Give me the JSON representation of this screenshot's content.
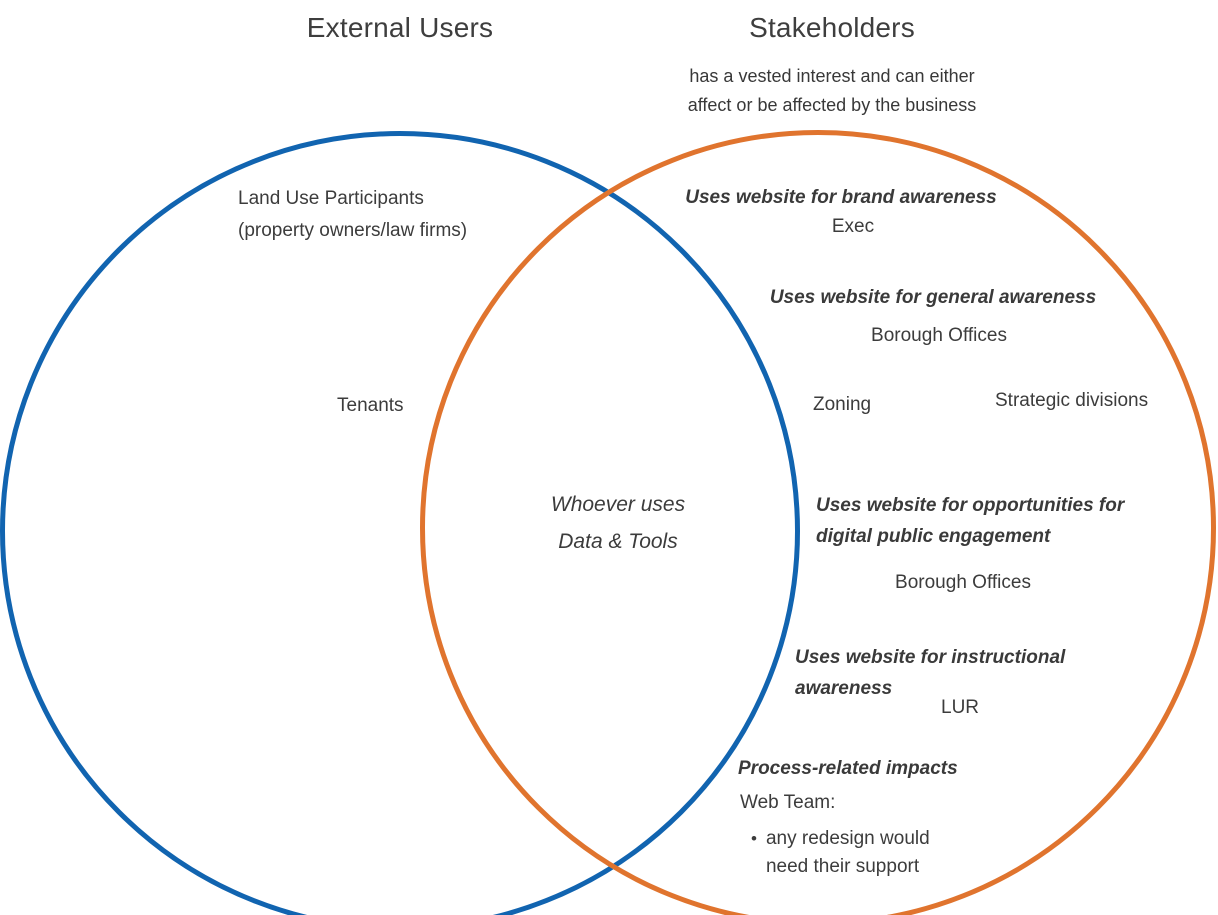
{
  "colors": {
    "blue": "#1164B0",
    "orange": "#E0742E",
    "text": "#3C3C3C"
  },
  "icons": {
    "bullet_icon": "•"
  },
  "left_circle": {
    "title": "External Users",
    "land_use_line1": "Land Use Participants",
    "land_use_line2": "(property owners/law firms)",
    "tenants": "Tenants"
  },
  "overlap": {
    "line1": "Whoever uses",
    "line2": "Data & Tools"
  },
  "right_circle": {
    "title": "Stakeholders",
    "subtitle_line1": "has a vested interest and can either",
    "subtitle_line2": "affect or be affected by the business",
    "brand": {
      "heading": "Uses website for brand awareness",
      "item": "Exec"
    },
    "general": {
      "heading": "Uses website for general awareness",
      "item1": "Borough Offices",
      "item2": "Zoning",
      "item3": "Strategic divisions"
    },
    "opportunities": {
      "heading_line1": "Uses website for opportunities for",
      "heading_line2": "digital public engagement",
      "item": "Borough Offices"
    },
    "instructional": {
      "heading_line1": "Uses website for instructional",
      "heading_line2": "awareness",
      "item": "LUR"
    },
    "process": {
      "heading": "Process-related impacts",
      "item": "Web Team:",
      "bullet_line1": "any redesign would",
      "bullet_line2": "need their support"
    }
  }
}
